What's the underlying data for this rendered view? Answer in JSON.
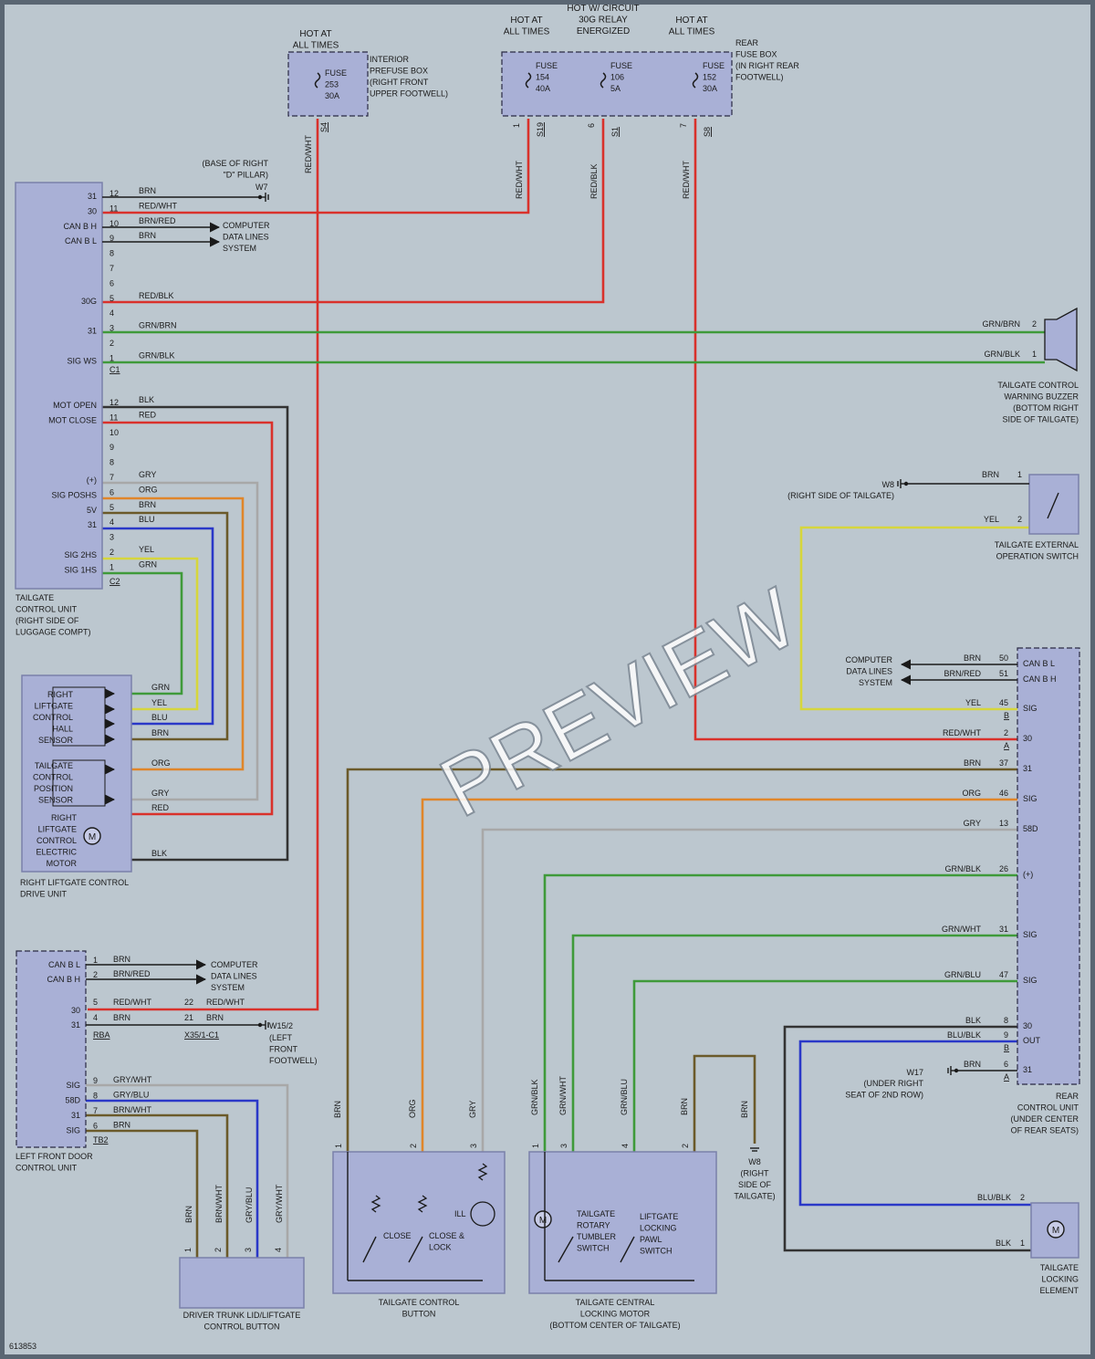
{
  "diagram_id": "613853",
  "watermark": "PREVIEW",
  "colors": {
    "background": "#bcc7cf",
    "frame": "#5a6673",
    "component_fill": "#a9b0d6",
    "red": "#d9312b",
    "green": "#3f9a3a",
    "yellow": "#d6d63c",
    "blue": "#2a38c8",
    "brown": "#6b5a2a",
    "orange": "#e0862a",
    "gray": "#a8a8a8",
    "black": "#333333"
  },
  "power": {
    "fuse253": {
      "hot": [
        "HOT AT",
        "ALL TIMES"
      ],
      "fuse": [
        "FUSE",
        "253",
        "30A"
      ],
      "location": [
        "INTERIOR",
        "PREFUSE BOX",
        "(RIGHT FRONT",
        "UPPER FOOTWELL)"
      ],
      "pin": "S4",
      "wire": "RED/WHT"
    },
    "fuse154": {
      "hot": [
        "HOT AT",
        "ALL TIMES"
      ],
      "fuse": [
        "FUSE",
        "154",
        "40A"
      ],
      "pin_no": "1",
      "pin": "S19",
      "wire": "RED/WHT"
    },
    "fuse106": {
      "hot": [
        "HOT W/ CIRCUIT",
        "30G RELAY",
        "ENERGIZED"
      ],
      "fuse": [
        "FUSE",
        "106",
        "5A"
      ],
      "pin_no": "6",
      "pin": "S1",
      "wire": "RED/BLK"
    },
    "fuse152": {
      "hot": [
        "HOT AT",
        "ALL TIMES"
      ],
      "fuse": [
        "FUSE",
        "152",
        "30A"
      ],
      "pin_no": "7",
      "pin": "S8",
      "wire": "RED/WHT"
    },
    "rear_box": [
      "REAR",
      "FUSE BOX",
      "(IN RIGHT REAR",
      "FOOTWELL)"
    ]
  },
  "tcu": {
    "caption": [
      "TAILGATE",
      "CONTROL UNIT",
      "(RIGHT SIDE OF",
      "LUGGAGE COMPT)"
    ],
    "c1": [
      {
        "n": "12",
        "w": "BRN",
        "s": "31"
      },
      {
        "n": "11",
        "w": "RED/WHT",
        "s": "30"
      },
      {
        "n": "10",
        "w": "BRN/RED",
        "s": "CAN B H"
      },
      {
        "n": "9",
        "w": "BRN",
        "s": "CAN B L"
      },
      {
        "n": "8",
        "w": "",
        "s": ""
      },
      {
        "n": "7",
        "w": "",
        "s": ""
      },
      {
        "n": "6",
        "w": "",
        "s": ""
      },
      {
        "n": "5",
        "w": "RED/BLK",
        "s": "30G"
      },
      {
        "n": "4",
        "w": "",
        "s": ""
      },
      {
        "n": "3",
        "w": "GRN/BRN",
        "s": "31"
      },
      {
        "n": "2",
        "w": "",
        "s": ""
      },
      {
        "n": "1",
        "w": "GRN/BLK",
        "s": "SIG WS"
      }
    ],
    "c1_label": "C1",
    "c2": [
      {
        "n": "12",
        "w": "BLK",
        "s": "MOT OPEN"
      },
      {
        "n": "11",
        "w": "RED",
        "s": "MOT CLOSE"
      },
      {
        "n": "10",
        "w": "",
        "s": ""
      },
      {
        "n": "9",
        "w": "",
        "s": ""
      },
      {
        "n": "8",
        "w": "",
        "s": ""
      },
      {
        "n": "7",
        "w": "GRY",
        "s": "(+)"
      },
      {
        "n": "6",
        "w": "ORG",
        "s": "SIG POSHS"
      },
      {
        "n": "5",
        "w": "BRN",
        "s": "5V"
      },
      {
        "n": "4",
        "w": "BLU",
        "s": "31"
      },
      {
        "n": "3",
        "w": "",
        "s": ""
      },
      {
        "n": "2",
        "w": "YEL",
        "s": "SIG 2HS"
      },
      {
        "n": "1",
        "w": "GRN",
        "s": "SIG 1HS"
      }
    ],
    "c2_label": "C2"
  },
  "ground_w7": {
    "loc": [
      "(BASE OF RIGHT",
      "\"D\" PILLAR)"
    ],
    "id": "W7"
  },
  "data_lines": [
    "COMPUTER",
    "DATA LINES",
    "SYSTEM"
  ],
  "buzzer": {
    "w2": "GRN/BRN",
    "p2": "2",
    "w1": "GRN/BLK",
    "p1": "1",
    "caption": [
      "TAILGATE CONTROL",
      "WARNING BUZZER",
      "(BOTTOM RIGHT",
      "SIDE OF TAILGATE)"
    ]
  },
  "drive": {
    "hall": [
      "RIGHT",
      "LIFTGATE",
      "CONTROL",
      "HALL",
      "SENSOR"
    ],
    "pos": [
      "TAILGATE",
      "CONTROL",
      "POSITION",
      "SENSOR"
    ],
    "motor": [
      "RIGHT",
      "LIFTGATE",
      "CONTROL",
      "ELECTRIC",
      "MOTOR"
    ],
    "motor_symbol": "M",
    "wires": [
      "GRN",
      "YEL",
      "BLU",
      "BRN",
      "ORG",
      "GRY",
      "RED",
      "BLK"
    ],
    "caption": [
      "RIGHT LIFTGATE CONTROL",
      "DRIVE UNIT"
    ]
  },
  "ext_switch": {
    "gnd": "W8",
    "gnd_loc": "(RIGHT SIDE OF TAILGATE)",
    "w1": "BRN",
    "p1": "1",
    "w2": "YEL",
    "p2": "2",
    "caption": [
      "TAILGATE EXTERNAL",
      "OPERATION SWITCH"
    ]
  },
  "rcu": {
    "caption": [
      "REAR",
      "CONTROL UNIT",
      "(UNDER CENTER",
      "OF REAR SEATS)"
    ],
    "pins": [
      {
        "w": "BRN",
        "n": "50",
        "s": "CAN B L"
      },
      {
        "w": "BRN/RED",
        "n": "51",
        "s": "CAN B H"
      },
      {
        "w": "YEL",
        "n": "45",
        "c": "B",
        "s": "SIG"
      },
      {
        "w": "RED/WHT",
        "n": "2",
        "c": "A",
        "s": "30"
      },
      {
        "w": "BRN",
        "n": "37",
        "s": "31"
      },
      {
        "w": "ORG",
        "n": "46",
        "s": "SIG"
      },
      {
        "w": "GRY",
        "n": "13",
        "s": "58D"
      },
      {
        "w": "GRN/BLK",
        "n": "26",
        "s": "(+)"
      },
      {
        "w": "GRN/WHT",
        "n": "31",
        "s": "SIG"
      },
      {
        "w": "GRN/BLU",
        "n": "47",
        "s": "SIG"
      },
      {
        "w": "BLK",
        "n": "8",
        "s": "30"
      },
      {
        "w": "BLU/BLK",
        "n": "9",
        "c": "B",
        "s": "OUT"
      },
      {
        "w": "BRN",
        "n": "6",
        "c": "A",
        "s": "31"
      }
    ],
    "gnd_w17": {
      "id": "W17",
      "loc": [
        "(UNDER RIGHT",
        "SEAT OF 2ND ROW)"
      ]
    }
  },
  "lfd": {
    "caption": [
      "LEFT FRONT DOOR",
      "CONTROL UNIT"
    ],
    "can": [
      {
        "s": "CAN B L",
        "n": "1",
        "w": "BRN"
      },
      {
        "s": "CAN B H",
        "n": "2",
        "w": "BRN/RED"
      }
    ],
    "p30": {
      "s": "30",
      "n": "5",
      "w": "RED/WHT",
      "n2": "22",
      "w2": "RED/WHT"
    },
    "p31": {
      "s": "31",
      "n": "4",
      "w": "BRN",
      "n2": "21",
      "w2": "BRN"
    },
    "conn": "RBA",
    "conn2": "X35/1-C1",
    "gnd": {
      "id": "W15/2",
      "loc": [
        "(LEFT",
        "FRONT",
        "FOOTWELL)"
      ]
    },
    "tb2": [
      {
        "s": "SIG",
        "n": "9",
        "w": "GRY/WHT"
      },
      {
        "s": "58D",
        "n": "8",
        "w": "GRY/BLU"
      },
      {
        "s": "31",
        "n": "7",
        "w": "BRN/WHT"
      },
      {
        "s": "SIG",
        "n": "6",
        "w": "BRN"
      }
    ],
    "tb2_label": "TB2"
  },
  "trunk_btn": {
    "pins": [
      {
        "n": "1",
        "w": "BRN"
      },
      {
        "n": "2",
        "w": "BRN/WHT"
      },
      {
        "n": "3",
        "w": "GRY/BLU"
      },
      {
        "n": "4",
        "w": "GRY/WHT"
      }
    ],
    "caption": [
      "DRIVER TRUNK LID/LIFTGATE",
      "CONTROL BUTTON"
    ]
  },
  "tc_btn": {
    "pins": [
      {
        "n": "1",
        "w": "BRN"
      },
      {
        "n": "2",
        "w": "ORG"
      },
      {
        "n": "3",
        "w": "GRY"
      }
    ],
    "close": "CLOSE",
    "close_lock": [
      "CLOSE &",
      "LOCK"
    ],
    "ill": "ILL",
    "caption": [
      "TAILGATE CONTROL",
      "BUTTON"
    ]
  },
  "lock_motor": {
    "pins": [
      {
        "n": "1",
        "w": "GRN/BLK"
      },
      {
        "n": "3",
        "w": "GRN/WHT"
      },
      {
        "n": "4",
        "w": "GRN/BLU"
      },
      {
        "n": "2",
        "w": "BRN"
      }
    ],
    "w_gnd": "BRN",
    "rotary": [
      "TAILGATE",
      "ROTARY",
      "TUMBLER",
      "SWITCH"
    ],
    "pawl": [
      "LIFTGATE",
      "LOCKING",
      "PAWL",
      "SWITCH"
    ],
    "caption": [
      "TAILGATE CENTRAL",
      "LOCKING MOTOR",
      "(BOTTOM CENTER OF TAILGATE)"
    ]
  },
  "ground_w8b": {
    "id": "W8",
    "loc": [
      "(RIGHT",
      "SIDE OF",
      "TAILGATE)"
    ]
  },
  "lock_elem": {
    "w2": "BLU/BLK",
    "p2": "2",
    "w1": "BLK",
    "p1": "1",
    "caption": [
      "TAILGATE",
      "LOCKING",
      "ELEMENT"
    ]
  }
}
